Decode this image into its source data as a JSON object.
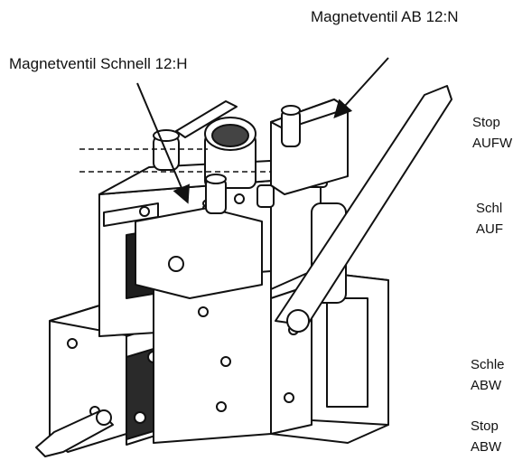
{
  "callouts": {
    "top_right": "Magnetventil AB 12:N",
    "top_left": "Magnetventil Schnell 12:H"
  },
  "side_labels": [
    {
      "line1": "Stop",
      "line2": "AUFW"
    },
    {
      "line1": "Schl",
      "line2": "AUF"
    },
    {
      "line1": "Schle",
      "line2": "ABW"
    },
    {
      "line1": "Stop",
      "line2": "ABW"
    }
  ],
  "colors": {
    "ink": "#111111",
    "paper": "#ffffff"
  },
  "icons": [
    "hydraulic-valve-block-illustration",
    "arrow-icon"
  ]
}
